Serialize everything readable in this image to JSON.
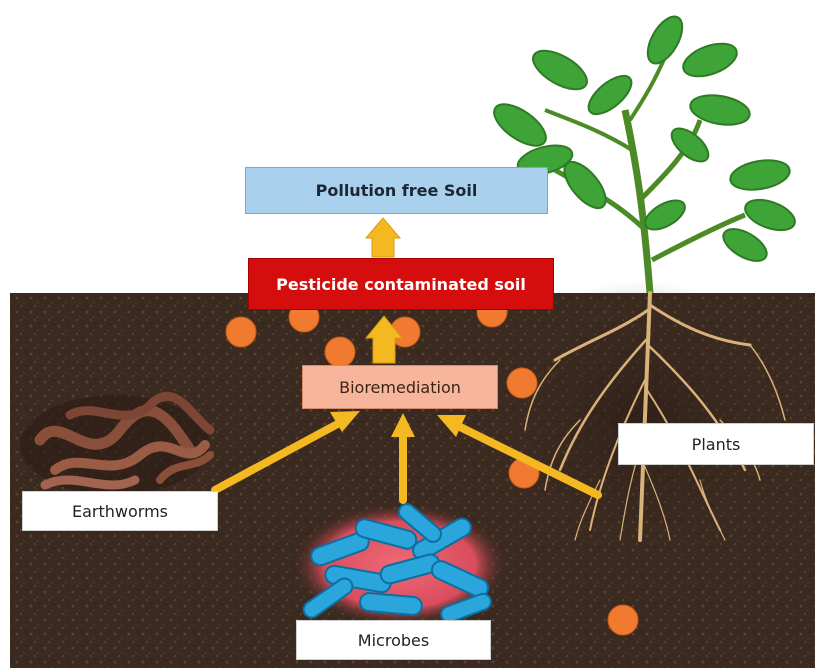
{
  "diagram": {
    "top_box": "Pollution free Soil",
    "contaminated_box": "Pesticide contaminated soil",
    "process_box": "Bioremediation",
    "sources": {
      "earthworms": "Earthworms",
      "microbes": "Microbes",
      "plants": "Plants"
    }
  },
  "colors": {
    "soil": "#3b2a20",
    "arrow": "#f4b820",
    "pollutant_dot": "#f07a30",
    "pollution_free_box": "#a9d0ec",
    "contaminated_box": "#d60d0d",
    "bioremediation_box": "#f7b69b",
    "leaf": "#3fa437",
    "stem": "#4c8a26",
    "root": "#d9b27a",
    "microbe": "#2aa6dc",
    "earthworm": "#8a4f3a"
  }
}
